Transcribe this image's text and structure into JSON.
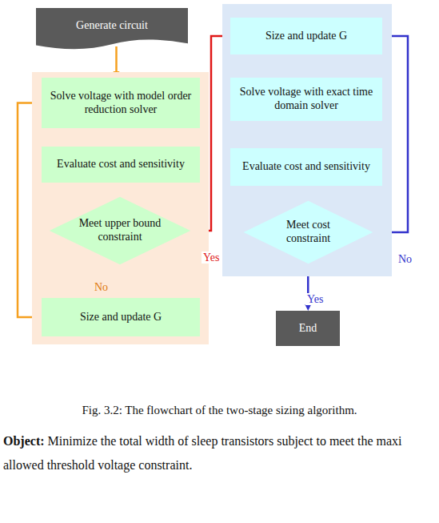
{
  "diagram": {
    "caption": "Fig. 3.2: The flowchart of the two-stage sizing algorithm.",
    "nodes": [
      {
        "text": [
          "Generate circuit"
        ]
      },
      {
        "text": [
          "Solve voltage with model order reduction solver"
        ]
      },
      {
        "text": [
          "Evaluate cost and sensitivity"
        ]
      },
      {
        "text": [
          "Meet upper bound constraint"
        ]
      },
      {
        "text": [
          "Size and update G"
        ]
      },
      {
        "text": [
          "Size and update G"
        ]
      },
      {
        "text": [
          "Solve voltage with exact time domain solver"
        ]
      },
      {
        "text": [
          "Evaluate cost and sensitivity"
        ]
      },
      {
        "text": [
          "Meet cost constraint"
        ]
      },
      {
        "text": [
          "End"
        ]
      }
    ],
    "edges": [
      {
        "from": 0,
        "to": 1,
        "arrow": "to"
      },
      {
        "from": 1,
        "to": 2,
        "arrow": "to"
      },
      {
        "from": 2,
        "to": 3,
        "arrow": "to"
      },
      {
        "from": 3,
        "to": 4,
        "label": "No",
        "arrow": "to"
      },
      {
        "from": 3,
        "to": 5,
        "label": "Yes",
        "arrow": "to"
      },
      {
        "from": 4,
        "to": 1,
        "arrow": "to"
      },
      {
        "from": 5,
        "to": 6,
        "arrow": "to"
      },
      {
        "from": 6,
        "to": 7,
        "arrow": "to"
      },
      {
        "from": 7,
        "to": 8,
        "arrow": "to"
      },
      {
        "from": 8,
        "to": 9,
        "label": "Yes",
        "arrow": "to"
      },
      {
        "from": 8,
        "to": 5,
        "label": "No",
        "arrow": "to"
      }
    ],
    "labels": [
      "Object:",
      "Minimize the total width of sleep transistors subject to meet the maxi allowed threshold voltage constraint."
    ]
  }
}
